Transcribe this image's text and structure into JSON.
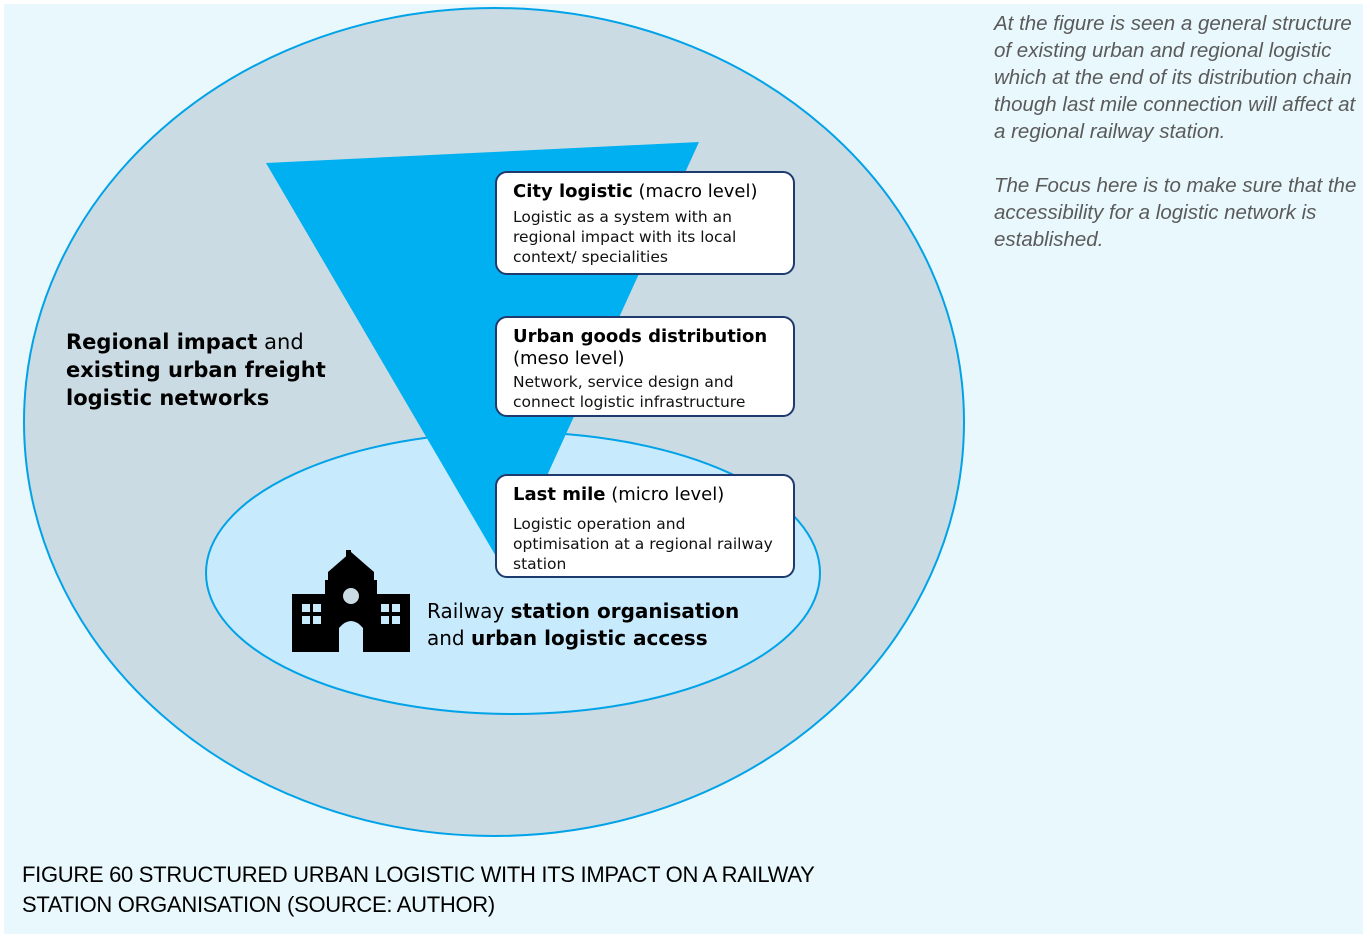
{
  "diagram": {
    "outer_region": {
      "label_bold_1": "Regional impact",
      "label_plain_1": "and",
      "label_bold_2": "existing urban freight logistic networks"
    },
    "levels": [
      {
        "title": "City logistic",
        "level": "(macro level)",
        "description": "Logistic as a system with an regional impact with its local context/ specialities"
      },
      {
        "title": "Urban goods distribution",
        "level": "(meso level)",
        "description": "Network, service design and connect logistic infrastructure"
      },
      {
        "title": "Last mile",
        "level": "(micro level)",
        "description": "Logistic operation and optimisation at a regional railway station"
      }
    ],
    "station": {
      "icon": "train-station-building-icon",
      "label_plain_1": "Railway",
      "label_bold_1": "station organisation",
      "label_plain_2": "and",
      "label_bold_2": "urban logistic access"
    },
    "colors": {
      "background": "#e9f8fd",
      "outer_ellipse": "#cadbe3",
      "outer_ellipse_stroke": "#00a2e8",
      "inner_ellipse": "#c7eafc",
      "funnel": "#00b0f0",
      "box_border": "#1e3a6e"
    }
  },
  "side_note": {
    "paragraph_1": "At the figure is seen a general structure of existing urban and regional logistic which at the end of its distribution chain though last mile connection will affect at a regional railway station.",
    "paragraph_2": "The Focus here is to make sure that the accessibility for a logistic network is established."
  },
  "caption": {
    "line_1": "FIGURE 60 STRUCTURED URBAN LOGISTIC WITH ITS IMPACT ON A RAILWAY",
    "line_2": "STATION ORGANISATION (SOURCE: AUTHOR)"
  }
}
